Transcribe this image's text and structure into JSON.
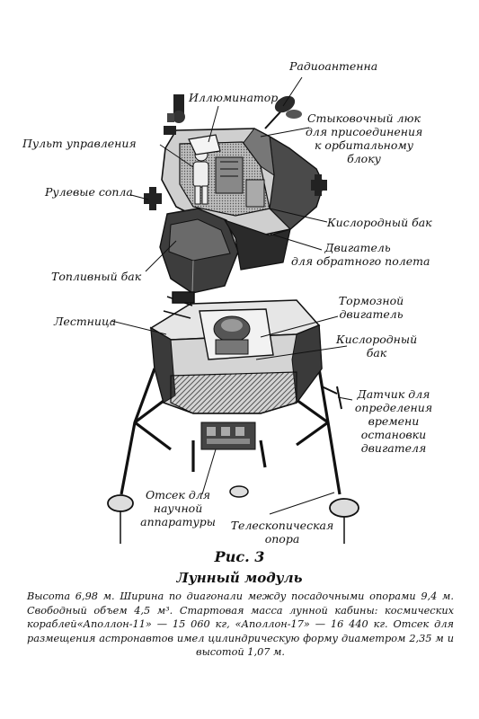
{
  "labels": {
    "radio_antenna": "Радиоантенна",
    "window": "Иллюминатор",
    "docking_hatch": [
      "Стыковочный люк",
      "для присоединения",
      "к орбитальному",
      "блоку"
    ],
    "control_panel": "Пульт управления",
    "rcs_nozzles": "Рулевые сопла",
    "oxygen_tank_top": "Кислородный бак",
    "ascent_engine": [
      "Двигатель",
      "для обратного полета"
    ],
    "fuel_tank": "Топливный бак",
    "descent_engine": [
      "Тормозной",
      "двигатель"
    ],
    "ladder": "Лестница",
    "oxygen_tank_bottom": [
      "Кислородный",
      "бак"
    ],
    "cutoff_sensor": [
      "Датчик для",
      "определения",
      "времени",
      "остановки",
      "двигателя"
    ],
    "science_bay": [
      "Отсек для",
      "научной",
      "аппаратуры"
    ],
    "telescopic_leg": [
      "Телескопическая",
      "опора"
    ]
  },
  "figure": {
    "number": "Рис. 3",
    "title": "Лунный модуль",
    "caption": "Высота 6,98 м. Ширина по диагонали между посадочными опорами 9,4 м. Свободный объем 4,5 м³. Стартовая масса лунной кабины: космических кораблей«Аполлон-11» — 15 060 кг, «Аполлон-17» — 16 440 кг. Отсек для размещения астронавтов имел цилиндрическую форму диаметром 2,35 м и высотой 1,07 м."
  },
  "colors": {
    "ink": "#111111",
    "body_light": "#d8d8d8",
    "body_dark": "#3a3a3a",
    "background": "#ffffff"
  }
}
